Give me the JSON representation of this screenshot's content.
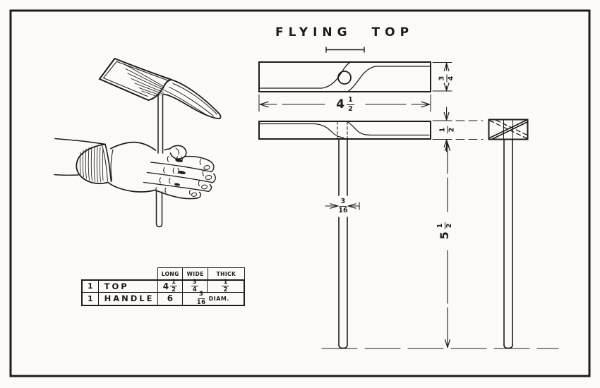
{
  "title": "FLYING TOP",
  "colors": {
    "ink": "#1c1c1c",
    "paper": "#fbfaf6"
  },
  "dimensions": {
    "top_length": {
      "whole": "4",
      "num": "1",
      "den": "2"
    },
    "top_width": {
      "num": "3",
      "den": "4"
    },
    "top_thickness": {
      "num": "1",
      "den": "2"
    },
    "handle_length": {
      "whole": "5",
      "num": "1",
      "den": "2"
    },
    "handle_diameter": {
      "num": "3",
      "den": "16"
    }
  },
  "parts_table": {
    "headers": [
      "LONG",
      "WIDE",
      "THICK"
    ],
    "rows": [
      {
        "qty": "1",
        "name": "TOP",
        "long_whole": "4",
        "long_num": "1",
        "long_den": "2",
        "wide_num": "3",
        "wide_den": "4",
        "thick_num": "1",
        "thick_den": "2"
      },
      {
        "qty": "1",
        "name": "HANDLE",
        "long": "6",
        "diam_num": "3",
        "diam_den": "16",
        "diam_suffix": "DIAM."
      }
    ]
  }
}
